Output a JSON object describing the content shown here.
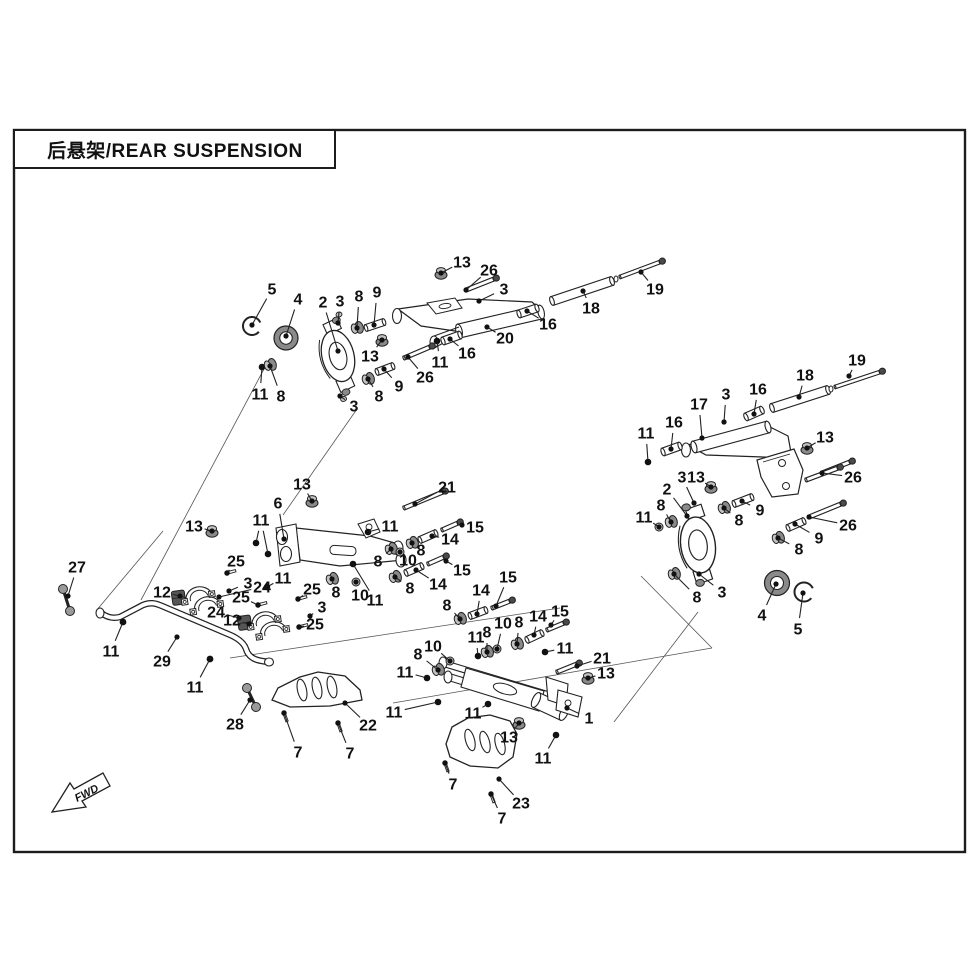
{
  "title": {
    "full": "后悬架/REAR SUSPENSION",
    "zh": "后悬架",
    "en": "REAR SUSPENSION"
  },
  "fwd_label": "FWD",
  "colors": {
    "line": "#222222",
    "dark_fill": "#8a8a8a",
    "mid_fill": "#c2c2c2",
    "black": "#111111",
    "paper": "#ffffff"
  },
  "callouts": [
    [
      "5",
      272,
      289,
      252,
      325
    ],
    [
      "4",
      298,
      299,
      286,
      336
    ],
    [
      "2",
      323,
      302,
      338,
      351
    ],
    [
      "3",
      340,
      301,
      338,
      323
    ],
    [
      "8",
      359,
      296,
      357,
      328
    ],
    [
      "9",
      377,
      292,
      374,
      325
    ],
    [
      "13",
      462,
      262,
      441,
      273
    ],
    [
      "26",
      489,
      270,
      466,
      290
    ],
    [
      "3",
      504,
      289,
      479,
      301
    ],
    [
      "16",
      548,
      324,
      527,
      311
    ],
    [
      "20",
      505,
      338,
      487,
      327
    ],
    [
      "16",
      467,
      353,
      450,
      339
    ],
    [
      "11",
      440,
      362,
      437,
      341
    ],
    [
      "13",
      370,
      356,
      382,
      340
    ],
    [
      "26",
      425,
      377,
      408,
      357
    ],
    [
      "9",
      399,
      386,
      384,
      369
    ],
    [
      "8",
      379,
      396,
      368,
      379
    ],
    [
      "3",
      354,
      406,
      340,
      396
    ],
    [
      "11",
      260,
      394,
      262,
      367
    ],
    [
      "8",
      281,
      396,
      270,
      366
    ],
    [
      "18",
      591,
      308,
      583,
      291
    ],
    [
      "19",
      655,
      289,
      641,
      272
    ],
    [
      "19",
      857,
      360,
      849,
      376
    ],
    [
      "18",
      805,
      375,
      799,
      397
    ],
    [
      "16",
      758,
      389,
      754,
      414
    ],
    [
      "3",
      726,
      394,
      724,
      422
    ],
    [
      "17",
      699,
      404,
      702,
      438
    ],
    [
      "16",
      674,
      422,
      671,
      449
    ],
    [
      "11",
      646,
      433,
      648,
      462
    ],
    [
      "13",
      825,
      437,
      807,
      448
    ],
    [
      "26",
      853,
      477,
      822,
      473
    ],
    [
      "13",
      696,
      477,
      711,
      487
    ],
    [
      "3",
      682,
      477,
      694,
      503
    ],
    [
      "2",
      667,
      489,
      687,
      516
    ],
    [
      "8",
      661,
      505,
      671,
      522
    ],
    [
      "11",
      644,
      517,
      659,
      527
    ],
    [
      "8",
      739,
      520,
      724,
      508
    ],
    [
      "9",
      760,
      510,
      742,
      501
    ],
    [
      "26",
      848,
      525,
      809,
      517
    ],
    [
      "9",
      819,
      538,
      795,
      524
    ],
    [
      "8",
      799,
      549,
      778,
      538
    ],
    [
      "8",
      697,
      597,
      674,
      574
    ],
    [
      "3",
      722,
      592,
      699,
      574
    ],
    [
      "4",
      762,
      615,
      776,
      584
    ],
    [
      "5",
      798,
      629,
      803,
      593
    ],
    [
      "13",
      302,
      484,
      312,
      501
    ],
    [
      "21",
      447,
      487,
      415,
      504
    ],
    [
      "13",
      194,
      526,
      212,
      531
    ],
    [
      "6",
      278,
      503,
      284,
      539
    ],
    [
      "11",
      261,
      520,
      256,
      543,
      268,
      554
    ],
    [
      "11",
      390,
      526,
      368,
      532
    ],
    [
      "15",
      475,
      527,
      462,
      525
    ],
    [
      "14",
      450,
      539,
      432,
      536
    ],
    [
      "8",
      421,
      550,
      412,
      543
    ],
    [
      "10",
      408,
      560,
      400,
      552
    ],
    [
      "8",
      378,
      561,
      391,
      549
    ],
    [
      "15",
      462,
      570,
      446,
      561
    ],
    [
      "14",
      438,
      584,
      416,
      570
    ],
    [
      "8",
      410,
      588,
      395,
      577
    ],
    [
      "10",
      360,
      595,
      356,
      582
    ],
    [
      "11",
      375,
      600,
      353,
      564
    ],
    [
      "8",
      336,
      592,
      332,
      579
    ],
    [
      "3",
      322,
      607,
      310,
      616
    ],
    [
      "25",
      312,
      589,
      298,
      599
    ],
    [
      "25",
      315,
      624,
      299,
      627
    ],
    [
      "25",
      236,
      561,
      227,
      573
    ],
    [
      "3",
      248,
      583,
      229,
      591
    ],
    [
      "24",
      262,
      587,
      219,
      597
    ],
    [
      "11",
      283,
      578,
      267,
      587
    ],
    [
      "25",
      241,
      597,
      258,
      605
    ],
    [
      "24",
      216,
      612,
      239,
      618
    ],
    [
      "12",
      162,
      592,
      180,
      596
    ],
    [
      "12",
      232,
      620,
      249,
      624
    ],
    [
      "27",
      77,
      567,
      68,
      596
    ],
    [
      "11",
      111,
      651,
      123,
      622
    ],
    [
      "29",
      162,
      661,
      177,
      637
    ],
    [
      "11",
      195,
      687,
      210,
      659
    ],
    [
      "28",
      235,
      724,
      250,
      700
    ],
    [
      "7",
      298,
      752,
      284,
      713
    ],
    [
      "22",
      368,
      725,
      345,
      703
    ],
    [
      "7",
      350,
      753,
      338,
      723
    ],
    [
      "8",
      447,
      605,
      460,
      619
    ],
    [
      "14",
      481,
      590,
      477,
      614
    ],
    [
      "15",
      508,
      577,
      496,
      606
    ],
    [
      "11",
      476,
      637,
      478,
      656
    ],
    [
      "8",
      487,
      632,
      487,
      652
    ],
    [
      "10",
      503,
      623,
      497,
      649
    ],
    [
      "8",
      519,
      622,
      517,
      644
    ],
    [
      "14",
      538,
      616,
      534,
      635
    ],
    [
      "15",
      560,
      611,
      551,
      625
    ],
    [
      "11",
      565,
      648,
      545,
      652
    ],
    [
      "10",
      433,
      646,
      450,
      661
    ],
    [
      "8",
      418,
      654,
      438,
      670
    ],
    [
      "11",
      405,
      672,
      427,
      678
    ],
    [
      "11",
      473,
      713,
      488,
      704
    ],
    [
      "11",
      394,
      712,
      438,
      702
    ],
    [
      "21",
      602,
      658,
      577,
      666
    ],
    [
      "13",
      606,
      673,
      588,
      678
    ],
    [
      "1",
      589,
      718,
      567,
      708
    ],
    [
      "11",
      543,
      758,
      556,
      735
    ],
    [
      "13",
      509,
      737,
      519,
      723
    ],
    [
      "23",
      521,
      803,
      499,
      779
    ],
    [
      "7",
      453,
      784,
      445,
      763
    ],
    [
      "7",
      502,
      818,
      491,
      794
    ]
  ]
}
